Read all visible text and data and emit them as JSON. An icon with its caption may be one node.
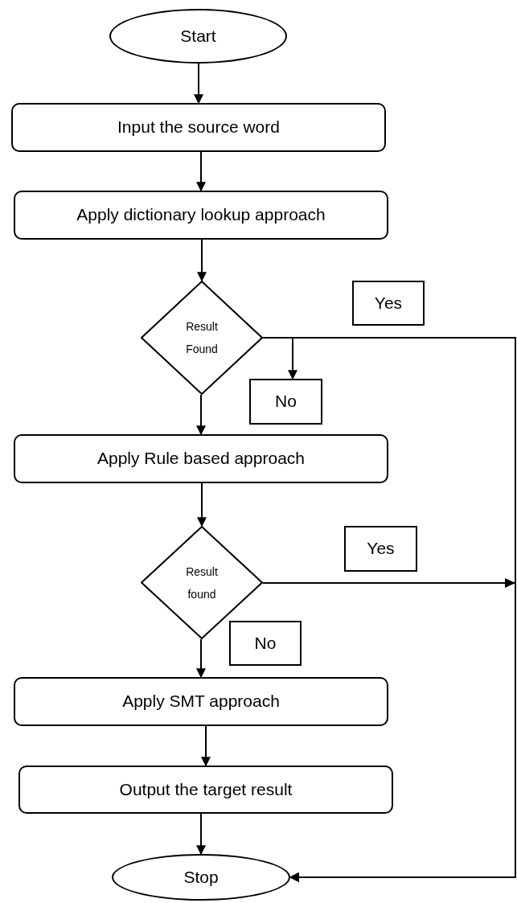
{
  "diagram": {
    "nodes": [
      {
        "text": [
          "Start"
        ]
      },
      {
        "text": [
          "Input the source word"
        ]
      },
      {
        "text": [
          "Apply dictionary lookup approach"
        ]
      },
      {
        "text": [
          "Result Found"
        ]
      },
      {
        "text": [
          "Yes"
        ]
      },
      {
        "text": [
          "No"
        ]
      },
      {
        "text": [
          "Apply Rule based approach"
        ]
      },
      {
        "text": [
          "Result found"
        ]
      },
      {
        "text": [
          "Yes"
        ]
      },
      {
        "text": [
          "No"
        ]
      },
      {
        "text": [
          "Apply SMT approach"
        ]
      },
      {
        "text": [
          "Output the target result"
        ]
      },
      {
        "text": [
          "Stop"
        ]
      }
    ],
    "edges": [
      {
        "from": 0,
        "to": 1,
        "arrow": "to"
      },
      {
        "from": 1,
        "to": 2,
        "arrow": "to"
      },
      {
        "from": 2,
        "to": 3,
        "arrow": "to"
      },
      {
        "from": 3,
        "to": 6,
        "arrow": "to"
      },
      {
        "from": 3,
        "to": 12,
        "arrow": "to"
      },
      {
        "from": 3,
        "to": 5,
        "arrow": "to"
      },
      {
        "from": 6,
        "to": 7,
        "arrow": "to"
      },
      {
        "from": 7,
        "to": 12,
        "arrow": "to"
      },
      {
        "from": 7,
        "to": 10,
        "arrow": "to"
      },
      {
        "from": 10,
        "to": 11,
        "arrow": "to"
      },
      {
        "from": 11,
        "to": 12,
        "arrow": "to"
      }
    ]
  }
}
